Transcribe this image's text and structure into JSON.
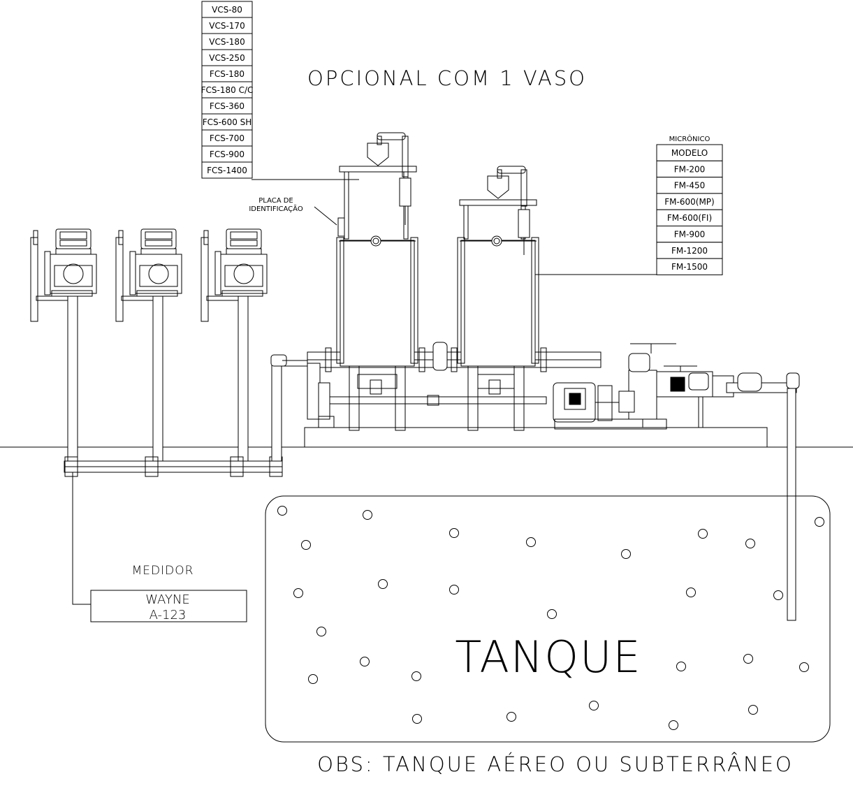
{
  "title": "OPCIONAL COM 1 VASO",
  "vessel_models": [
    "VCS-80",
    "VCS-170",
    "VCS-180",
    "VCS-250",
    "FCS-180",
    "FCS-180 C/C",
    "FCS-360",
    "FCS-600 SH",
    "FCS-700",
    "FCS-900",
    "FCS-1400"
  ],
  "plate_label": [
    "PLACA DE",
    "IDENTIFICAÇÃO"
  ],
  "micronic": {
    "heading": "MICRÔNICO",
    "models": [
      "MODELO",
      "FM-200",
      "FM-450",
      "FM-600(MP)",
      "FM-600(FI)",
      "FM-900",
      "FM-1200",
      "FM-1500"
    ]
  },
  "meter": {
    "heading": "MEDIDOR",
    "line1": "WAYNE",
    "line2": "A-123"
  },
  "tank_label": "TANQUE",
  "note": "OBS: TANQUE AÉREO OU SUBTERRÂNEO"
}
